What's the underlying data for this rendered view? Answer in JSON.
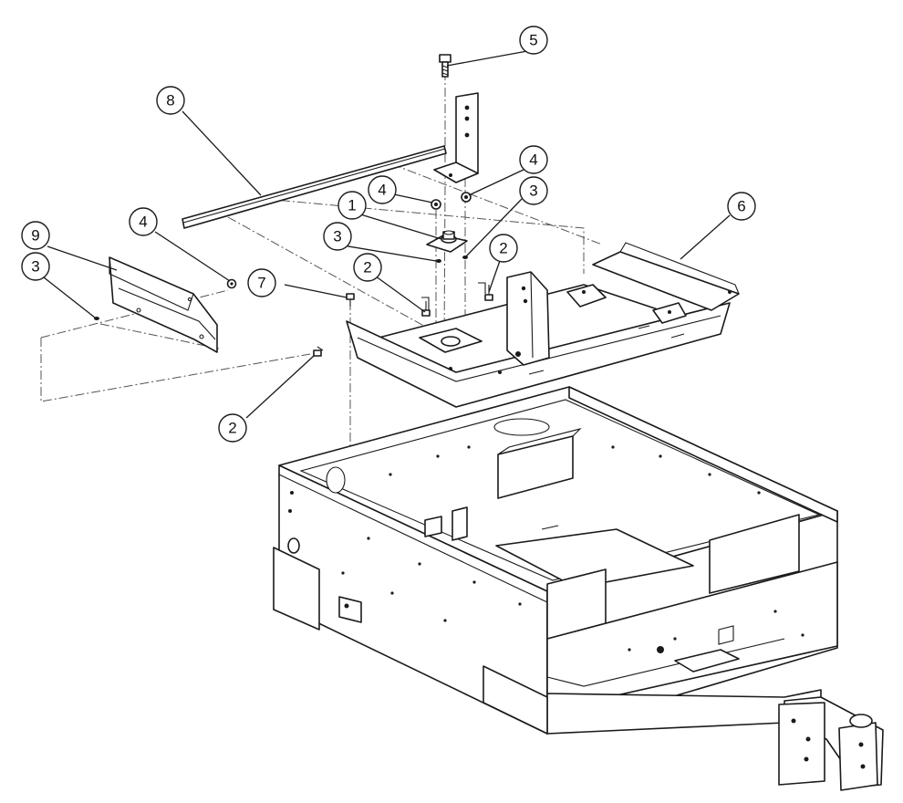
{
  "diagram": {
    "callouts": [
      {
        "id": "c1",
        "label": "1"
      },
      {
        "id": "c2a",
        "label": "2"
      },
      {
        "id": "c2b",
        "label": "2"
      },
      {
        "id": "c2c",
        "label": "2"
      },
      {
        "id": "c3a",
        "label": "3"
      },
      {
        "id": "c3b",
        "label": "3"
      },
      {
        "id": "c3c",
        "label": "3"
      },
      {
        "id": "c4a",
        "label": "4"
      },
      {
        "id": "c4b",
        "label": "4"
      },
      {
        "id": "c4c",
        "label": "4"
      },
      {
        "id": "c5",
        "label": "5"
      },
      {
        "id": "c6",
        "label": "6"
      },
      {
        "id": "c7",
        "label": "7"
      },
      {
        "id": "c8",
        "label": "8"
      },
      {
        "id": "c9",
        "label": "9"
      }
    ]
  }
}
